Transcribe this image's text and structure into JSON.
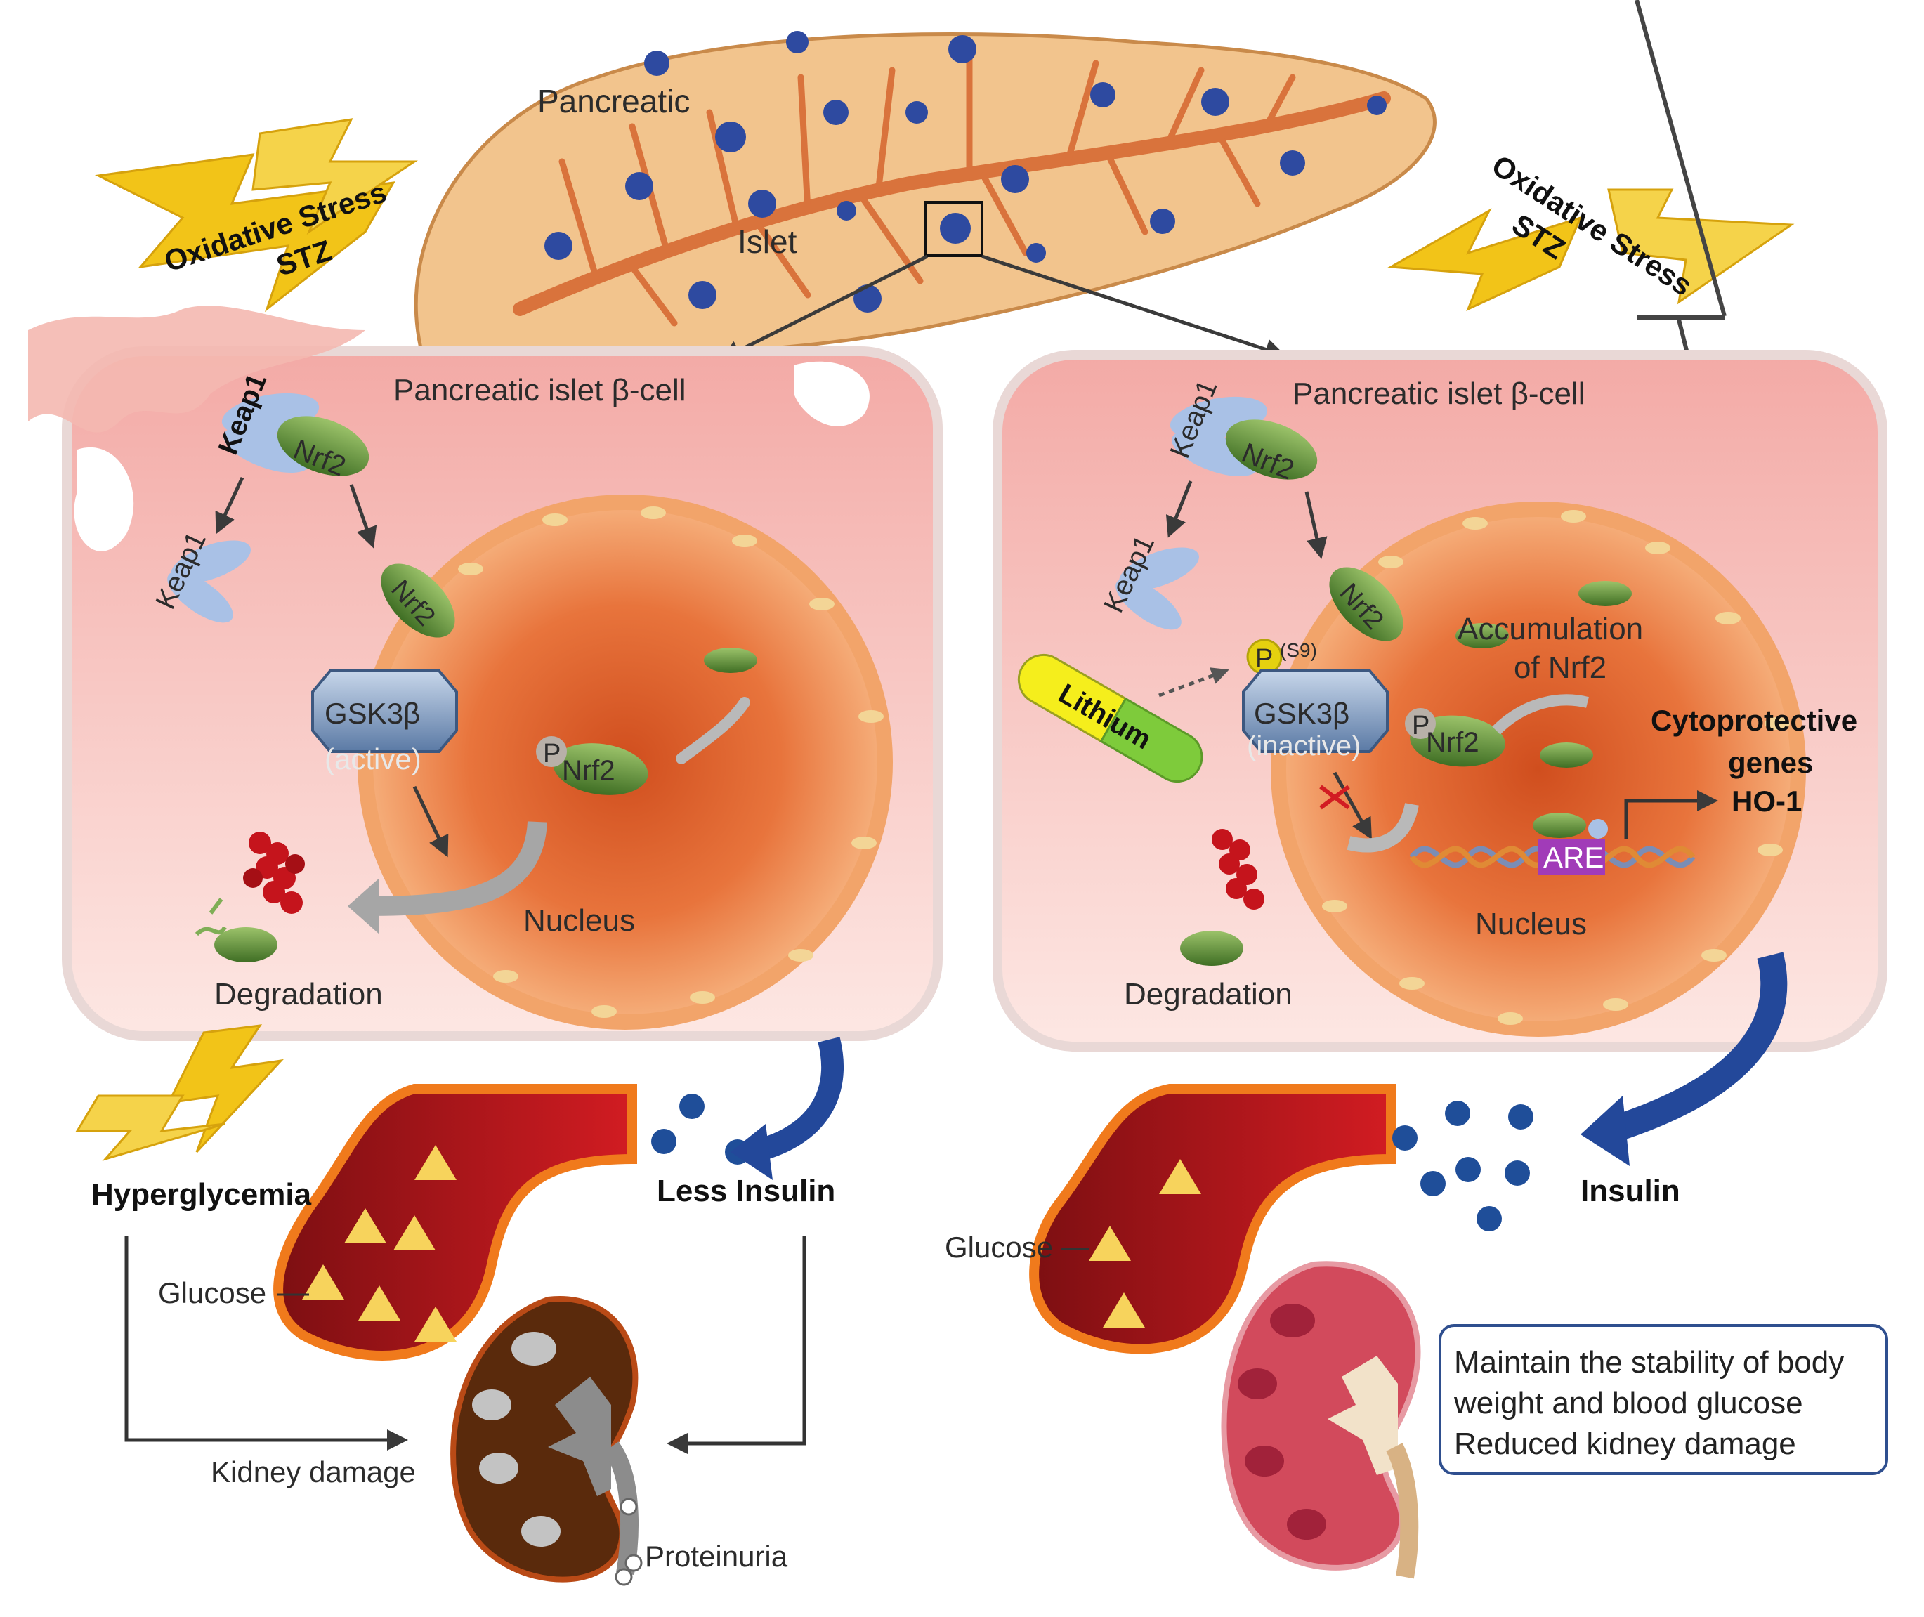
{
  "pancreas": {
    "label_pancreatic": "Pancreatic",
    "label_islet": "Islet"
  },
  "stress": {
    "left_line1": "Oxidative Stress",
    "left_line2": "STZ",
    "right_line1": "Oxidative Stress",
    "right_line2": "STZ"
  },
  "left_cell": {
    "title": "Pancreatic islet β-cell",
    "keap1_bound": "Keap1",
    "nrf2_bound": "Nrf2",
    "keap1_free": "Keap1",
    "nrf2_moving": "Nrf2",
    "gsk3b": "GSK3β",
    "gsk3b_state": "(active)",
    "p_mark": "P",
    "nrf2_phospho": "Nrf2",
    "nucleus": "Nucleus",
    "degradation": "Degradation"
  },
  "right_cell": {
    "title": "Pancreatic islet β-cell",
    "keap1_bound": "Keap1",
    "nrf2_bound": "Nrf2",
    "keap1_free": "Keap1",
    "nrf2_moving": "Nrf2",
    "lithium": "Lithium",
    "p_mark": "P",
    "s9": "(S9)",
    "gsk3b": "GSK3β",
    "gsk3b_state": "(inactive)",
    "p_mark2": "P",
    "nrf2_phospho": "Nrf2",
    "accumulation_line1": "Accumulation",
    "accumulation_line2": "of Nrf2",
    "are": "ARE",
    "cytoprotective_line1": "Cytoprotective",
    "cytoprotective_line2": "genes",
    "cytoprotective_line3": "HO-1",
    "nucleus": "Nucleus",
    "degradation": "Degradation"
  },
  "left_outcome": {
    "hyperglycemia": "Hyperglycemia",
    "less_insulin": "Less Insulin",
    "glucose": "Glucose",
    "kidney_damage": "Kidney damage",
    "proteinuria": "Proteinuria"
  },
  "right_outcome": {
    "insulin": "Insulin",
    "glucose": "Glucose",
    "summary_line1": "Maintain the stability of body",
    "summary_line2": "weight and blood glucose",
    "summary_line3": "Reduced kidney damage"
  },
  "colors": {
    "cell_fill": "#f6c9c3",
    "nucleus_fill": "#e8743c",
    "nrf2_fill": "#5f8f3a",
    "keap1_fill": "#a9c1e6",
    "stress_bolt": "#f2c418",
    "insulin_dot": "#1f4e99",
    "arrow_blue": "#23489a",
    "are_fill": "#a13bb8",
    "lithium_yellow": "#f5ee1c",
    "lithium_green": "#7ecb3b"
  }
}
